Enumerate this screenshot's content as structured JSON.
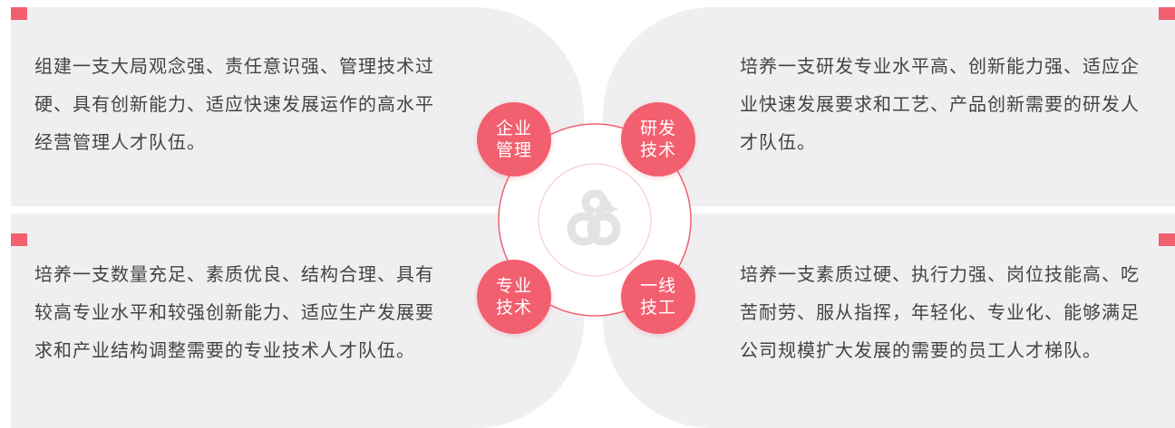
{
  "colors": {
    "accent": "#f25f6f",
    "panel_bg": "#efeff1",
    "text": "#444444"
  },
  "center": {
    "logo_icon": "infinity-sparkle-icon"
  },
  "bubbles": {
    "management": {
      "line1": "企业",
      "line2": "管理"
    },
    "rd": {
      "line1": "研发",
      "line2": "技术"
    },
    "professional": {
      "line1": "专业",
      "line2": "技术"
    },
    "frontline": {
      "line1": "一线",
      "line2": "技工"
    }
  },
  "panels": {
    "management_text": "组建一支大局观念强、责任意识强、管理技术过硬、具有创新能力、适应快速发展运作的高水平经营管理人才队伍。",
    "rd_text": "培养一支研发专业水平高、创新能力强、适应企业快速发展要求和工艺、产品创新需要的研发人才队伍。",
    "professional_text": "培养一支数量充足、素质优良、结构合理、具有较高专业水平和较强创新能力、适应生产发展要求和产业结构调整需要的专业技术人才队伍。",
    "frontline_text": "培养一支素质过硬、执行力强、岗位技能高、吃苦耐劳、服从指挥，年轻化、专业化、能够满足公司规模扩大发展的需要的员工人才梯队。"
  }
}
